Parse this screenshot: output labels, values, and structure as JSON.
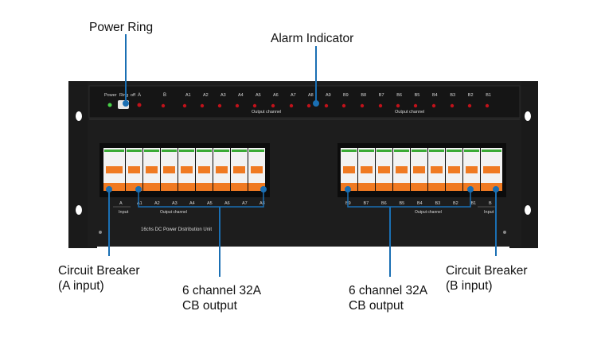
{
  "callouts": {
    "power_ring": "Power Ring",
    "alarm_indicator": "Alarm Indicator",
    "cb_a_input_line1": "Circuit Breaker",
    "cb_a_input_line2": "(A input)",
    "cb_b_input_line1": "Circuit Breaker",
    "cb_b_input_line2": "(B input)",
    "cb_output_left_line1": "6 channel 32A",
    "cb_output_left_line2": "CB output",
    "cb_output_right_line1": "6 channel 32A",
    "cb_output_right_line2": "CB output"
  },
  "panel": {
    "power_label": "Power",
    "ring_label": "Ring",
    "off_label": "off",
    "a_label": "A",
    "b_label": "B",
    "top_channels_left": [
      "A1",
      "A2",
      "A3",
      "A4",
      "A5",
      "A6",
      "A7",
      "A8",
      "A9"
    ],
    "top_channels_right": [
      "B9",
      "B8",
      "B7",
      "B6",
      "B5",
      "B4",
      "B3",
      "B2",
      "B1"
    ],
    "output_channel_label": "Output channel",
    "lower_left_labels": [
      "A",
      "A1",
      "A2",
      "A3",
      "A4",
      "A5",
      "A6",
      "A7",
      "A8"
    ],
    "lower_right_labels": [
      "B9",
      "B7",
      "B6",
      "B5",
      "B4",
      "B3",
      "B2",
      "B1",
      "B"
    ],
    "input_label": "Input",
    "output_channel_lower": "Output channel",
    "unit_name": "16chs DC Power Distribution Unit"
  },
  "colors": {
    "chassis": "#1b1b1b",
    "breaker_body": "#f2f2f2",
    "breaker_handle": "#f07a22",
    "brand_green": "#3aaa35",
    "callout_line": "#1a6fb3",
    "indicator_red": "#c0121a"
  }
}
